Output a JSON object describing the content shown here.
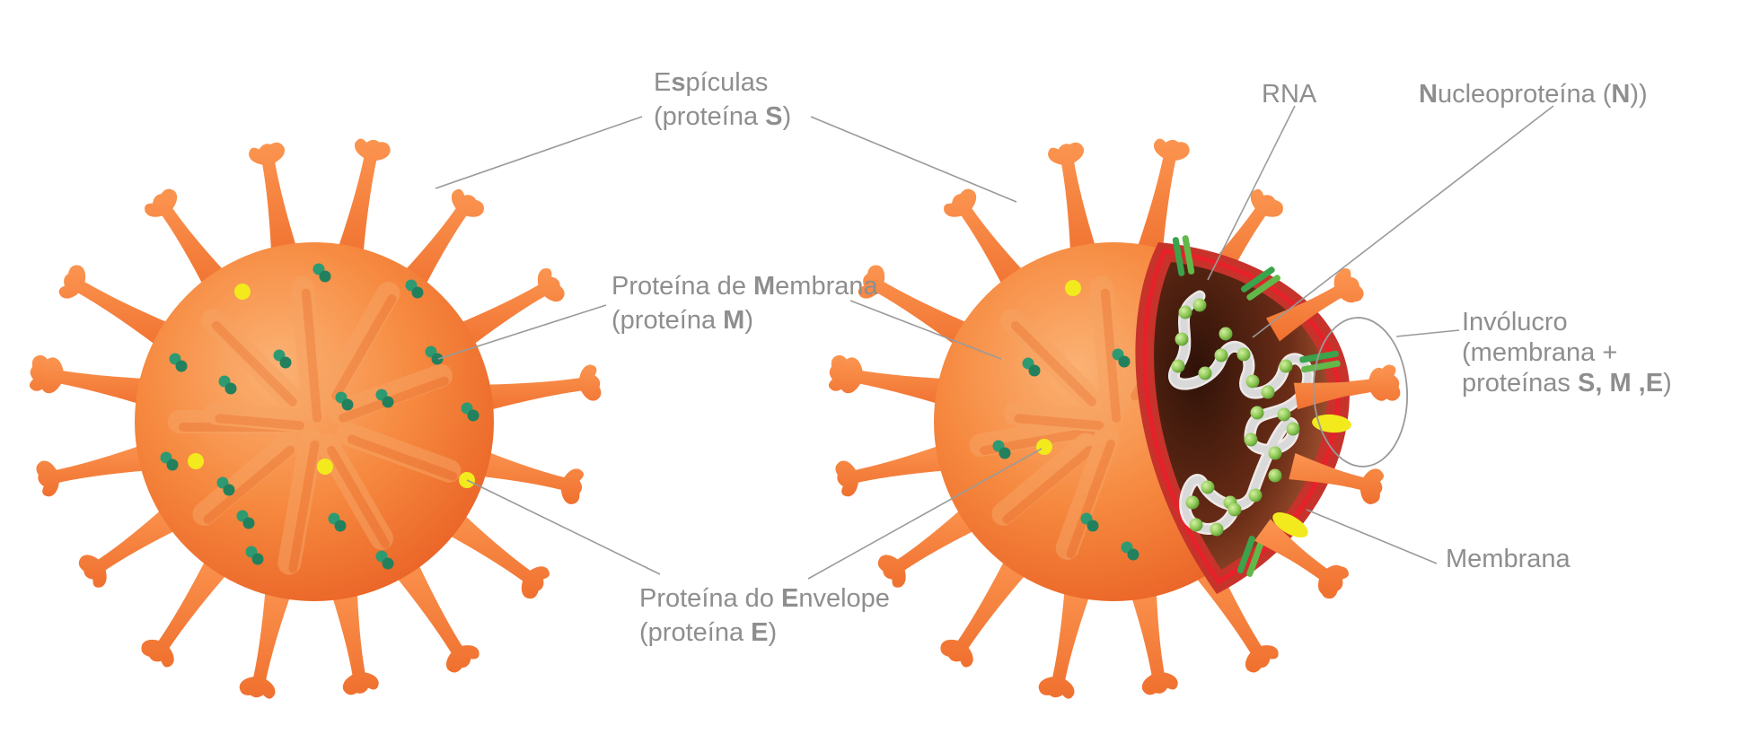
{
  "labels": {
    "espiculas": {
      "line1": [
        {
          "t": "E",
          "b": false
        },
        {
          "t": "s",
          "b": true
        },
        {
          "t": "pículas",
          "b": false
        }
      ],
      "line2": [
        {
          "t": "(proteína ",
          "b": false
        },
        {
          "t": "S",
          "b": true
        },
        {
          "t": ")",
          "b": false
        }
      ]
    },
    "rna": {
      "line1": [
        {
          "t": "RNA",
          "b": false
        }
      ]
    },
    "nucleoproteina": {
      "line1": [
        {
          "t": "N",
          "b": true
        },
        {
          "t": "ucleoproteína (",
          "b": false
        },
        {
          "t": "N",
          "b": true
        },
        {
          "t": "))",
          "b": false
        }
      ]
    },
    "membrana_proteina": {
      "line1": [
        {
          "t": "Proteína de ",
          "b": false
        },
        {
          "t": "M",
          "b": true
        },
        {
          "t": "embrana",
          "b": false
        }
      ],
      "line2": [
        {
          "t": "(proteína ",
          "b": false
        },
        {
          "t": "M",
          "b": true
        },
        {
          "t": ")",
          "b": false
        }
      ]
    },
    "involucro": {
      "line1": [
        {
          "t": "Invólucro",
          "b": false
        }
      ],
      "line2": [
        {
          "t": "(membrana +",
          "b": false
        }
      ],
      "line3": [
        {
          "t": "proteínas ",
          "b": false
        },
        {
          "t": "S, M ,E",
          "b": true
        },
        {
          "t": ")",
          "b": false
        }
      ]
    },
    "membrana": {
      "line1": [
        {
          "t": "Membrana",
          "b": false
        }
      ]
    },
    "envelope": {
      "line1": [
        {
          "t": "Proteína do ",
          "b": false
        },
        {
          "t": "E",
          "b": true
        },
        {
          "t": "nvelope",
          "b": false
        }
      ],
      "line2": [
        {
          "t": "(proteína ",
          "b": false
        },
        {
          "t": "E",
          "b": true
        },
        {
          "t": ")",
          "b": false
        }
      ]
    }
  },
  "colors": {
    "body_light": "#f9a261",
    "body_mid": "#f47c3c",
    "body_dark": "#e8632a",
    "spike": "#f47e3d",
    "spike_light": "#fb9a57",
    "interior_dark": "#3b170c",
    "interior_light": "#a3522f",
    "membrane_outer": "#c7332b",
    "membrane_inner": "#e8202a",
    "rna": "#d9d9d9",
    "nucleoprotein": "#8fc957",
    "m_protein": "#2e9a72",
    "e_protein": "#f2ea1d",
    "leader": "#9a9a9a",
    "text": "#8e8e8e"
  }
}
